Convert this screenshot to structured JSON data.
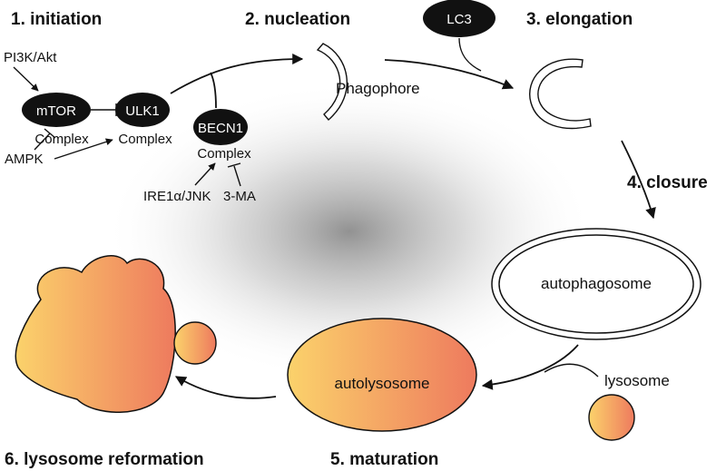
{
  "steps": {
    "s1": "1. initiation",
    "s2": "2. nucleation",
    "s3": "3. elongation",
    "s4": "4. closure",
    "s5": "5. maturation",
    "s6": "6. lysosome reformation"
  },
  "regulators": {
    "pi3k": "PI3K/Akt",
    "ampk": "AMPK",
    "ire1": "IRE1α/JNK",
    "three_ma": "3-MA"
  },
  "nodes": {
    "mtor": "mTOR",
    "ulk1": "ULK1",
    "becn1": "BECN1",
    "lc3": "LC3",
    "complex": "Complex"
  },
  "structures": {
    "phagophore": "Phagophore",
    "autophagosome": "autophagosome",
    "autolysosome": "autolysosome",
    "lysosome": "lysosome"
  },
  "colors": {
    "node_fill": "#111111",
    "vesicle_light": "#fbd26b",
    "vesicle_dark": "#ee7a5e",
    "center_shadow": "#8c8c8c"
  }
}
